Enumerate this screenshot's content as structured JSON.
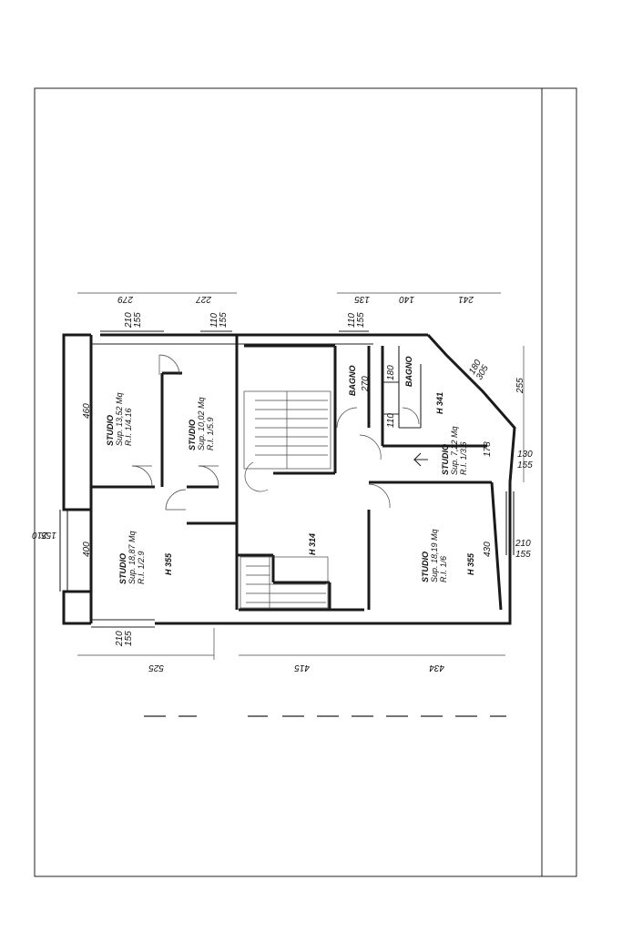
{
  "rooms": [
    {
      "name": "STUDIO",
      "area": "Sup. 13,52 Mq",
      "ratio": "R.I. 1/4.16"
    },
    {
      "name": "STUDIO",
      "area": "Sup. 10,02 Mq",
      "ratio": "R.I. 1/5.9"
    },
    {
      "name": "STUDIO",
      "area": "Sup. 18,87 Mq",
      "ratio": "R.I. 1/2.9",
      "height": "H 355"
    },
    {
      "name": "STUDIO",
      "area": "Sup. 18,19 Mq",
      "ratio": "R.I. 1/6",
      "height": "H 355"
    },
    {
      "name": "STUDIO",
      "area": "Sup. 7,22 Mq",
      "ratio": "R.I. 1/3.6"
    }
  ],
  "bathrooms": [
    "BAGNO",
    "BAGNO"
  ],
  "heights": {
    "hall": "H 314",
    "upper_right": "H 341"
  },
  "dimensions": {
    "top_chain": [
      "279",
      "227",
      "135",
      "140",
      "241"
    ],
    "bottom_chain": [
      "525",
      "415",
      "434"
    ],
    "windows": [
      "210",
      "155",
      "110",
      "155",
      "110",
      "155",
      "130",
      "155",
      "180",
      "305"
    ],
    "windows_lower": [
      "210",
      "155",
      "210",
      "155",
      "210",
      "155"
    ],
    "internal": [
      "460",
      "400",
      "270",
      "180",
      "110",
      "178",
      "255",
      "430"
    ]
  }
}
